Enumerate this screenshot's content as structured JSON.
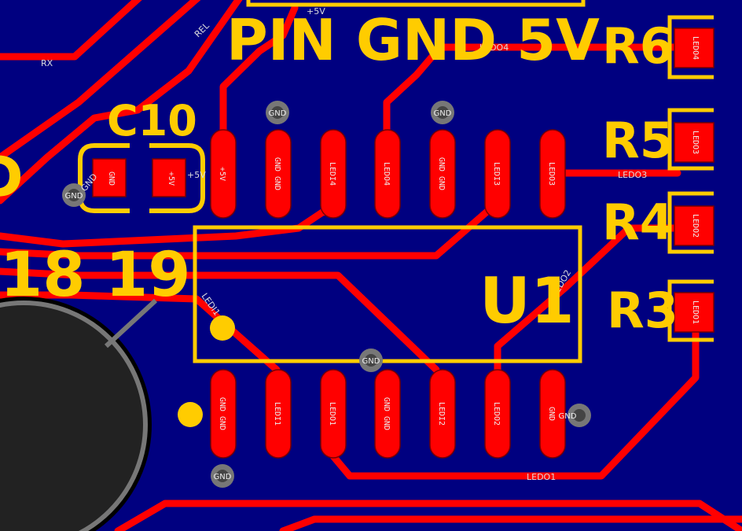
{
  "colors": {
    "board": "#000080",
    "trace": "#FF0000",
    "pad": "#FF0000",
    "silkscreen": "#FFCC00",
    "via": "#777777",
    "via_hole": "#444444",
    "component_body": "#222222"
  },
  "silkscreen": {
    "header_label": "PIN GND 5V",
    "c10": "C10",
    "u1": "U1",
    "r3": "R3",
    "r4": "R4",
    "r5": "R5",
    "r6": "R6",
    "num_18": "18",
    "num_19": "19",
    "partial_left": "D"
  },
  "top_pads": [
    {
      "id": "t1",
      "label": "+5V"
    },
    {
      "id": "t2",
      "label": "GND GND"
    },
    {
      "id": "t3",
      "label": "LEDI4"
    },
    {
      "id": "t4",
      "label": "LEDO4"
    },
    {
      "id": "t5",
      "label": "GND GND"
    },
    {
      "id": "t6",
      "label": "LEDI3"
    },
    {
      "id": "t7",
      "label": "LEDO3"
    }
  ],
  "bottom_pads": [
    {
      "id": "b1",
      "label": "GND GND"
    },
    {
      "id": "b2",
      "label": "LEDI1"
    },
    {
      "id": "b3",
      "label": "LEDO1"
    },
    {
      "id": "b4",
      "label": "GND GND"
    },
    {
      "id": "b5",
      "label": "LEDI2"
    },
    {
      "id": "b6",
      "label": "LEDO2"
    },
    {
      "id": "b7",
      "label": "GND"
    }
  ],
  "c10_pads": {
    "left": "GND",
    "right": "+5V"
  },
  "resistor_pads": {
    "r6": "LEDO4",
    "r5": "LEDO3",
    "r4": "LEDO2",
    "r3": "LEDO1"
  },
  "net_labels": {
    "rx": "RX",
    "rel": "REL",
    "plus5v_top": "+5V",
    "ledo4": "LEDO4",
    "ledo3": "LEDO3",
    "ledo2": "LEDO2",
    "ledo1": "LEDO1",
    "ledi1": "LEDI1",
    "plus5v_c10": "+5V",
    "gnd_c10": "GND"
  },
  "via_labels": {
    "v1": "GND",
    "v2": "GND",
    "v3": "GND",
    "v4": "GND",
    "v5": "GND",
    "v6": "GND"
  }
}
